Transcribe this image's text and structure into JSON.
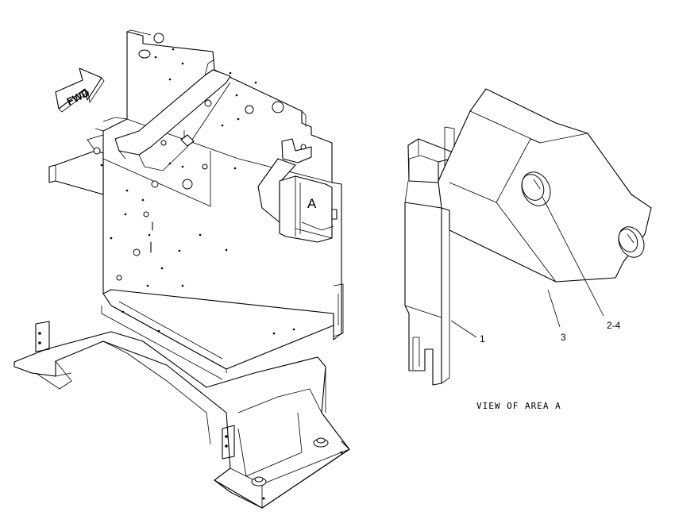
{
  "fwd_label": "FWD",
  "detail_callout": "A",
  "callouts": {
    "item_1": "1",
    "item_3": "3",
    "item_2_4": "2-4"
  },
  "view_caption": "VIEW OF AREA A"
}
